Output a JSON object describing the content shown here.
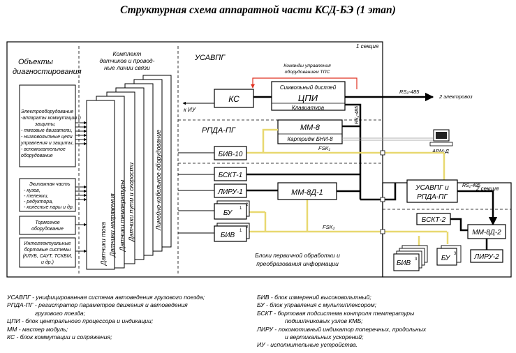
{
  "title": "Структурная схема аппаратной части КСД-БЭ (1 этап)",
  "sections": {
    "s1": "1 секция",
    "s2": "2 секция"
  },
  "columns": {
    "objects": [
      "Объекты",
      "диагностирования"
    ],
    "sensors": [
      "Комплект",
      "датчиков и провод-",
      "ные линии связи"
    ],
    "usavpg": "УСАВПГ"
  },
  "objects": {
    "electro": [
      "Электрооборудование",
      "-аппараты коммутации и",
      "защиты,",
      "- тяговые двигатели,",
      "- низковольтные цепи",
      "управления и защиты,",
      "- вспомогательное",
      "оборудование"
    ],
    "crew": [
      "Экипажная часть",
      "- кузов,",
      "- тележки,",
      "- редуктора,",
      "- колесные пары и др."
    ],
    "brake": [
      "Тормозное",
      "оборудование"
    ],
    "intel": [
      "Интеллектуальные",
      "бортовые системы",
      "(КЛУБ, САУТ, ТСКБМ,",
      "и др.)"
    ]
  },
  "sensors": [
    "Датчики тока",
    "Датчики напряжения",
    "Датчики температуры",
    "Датчики пути и скорости",
    "Линейно-кабельное оборудование"
  ],
  "blocks": {
    "ks": "КС",
    "display": "Символьный дисплей",
    "cpu": "ЦПИ",
    "keyboard": "Клавиатура",
    "mm8": "ММ-8",
    "cartridge": "Картридж БНИ-8",
    "biv10": "БИВ-10",
    "bskt1": "БСКТ-1",
    "liru1": "ЛИРУ-1",
    "mm8d1": "ММ-8Д-1",
    "bu": "БУ",
    "biv": "БИВ",
    "usavpg2": [
      "УСАВПГ и",
      "РПДА-ПГ"
    ],
    "bskt2": "БСКТ-2",
    "mm8d2": "ММ-8Д-2",
    "liru2": "ЛИРУ-2",
    "biv3": "БИВ",
    "bu3": "БУ"
  },
  "labels": {
    "commands": [
      "Команды управления",
      "оборудованием ТПС"
    ],
    "to_iu": "к ИУ",
    "rpda": "РПДА-ПГ",
    "rs485_top": "RS₂-485",
    "to_loco": "2 электровоз",
    "rs485_vert": "RS₁-485",
    "arm": "АРМ-Д",
    "fsk1": "FSK₁",
    "fsk2": "FSK₂",
    "rs485_s2": "RS₁-485",
    "primary": [
      "Блоки первичной обработки и",
      "преобразования информации"
    ],
    "n1": "1",
    "n2": "2",
    "n3": "3"
  },
  "legend_left": [
    "УСАВПГ - унифицированная система автоведения грузового поезда;",
    "РПДА-ПГ - регистратор параметров движения и автоведения",
    "грузового поезда;",
    "ЦПИ - блок центрального процессора и индикации;",
    "ММ - мастер модуль;",
    "КС - блок коммутации и сопряжения;"
  ],
  "legend_right": [
    "БИВ - блок измерений высоковольтный;",
    "БУ - блок управления с мультиплексором;",
    "БСКТ - бортовая подсистема контроля температуры",
    "подшипниковых узлов КМБ;",
    "ЛИРУ - локомотивный индикатор поперечных, продольных",
    "и вертикальных ускорений;",
    "ИУ - исполнительные устройства."
  ],
  "colors": {
    "bus_yellow": "#e8d870",
    "command_red": "#e03020",
    "frame": "#000000"
  }
}
